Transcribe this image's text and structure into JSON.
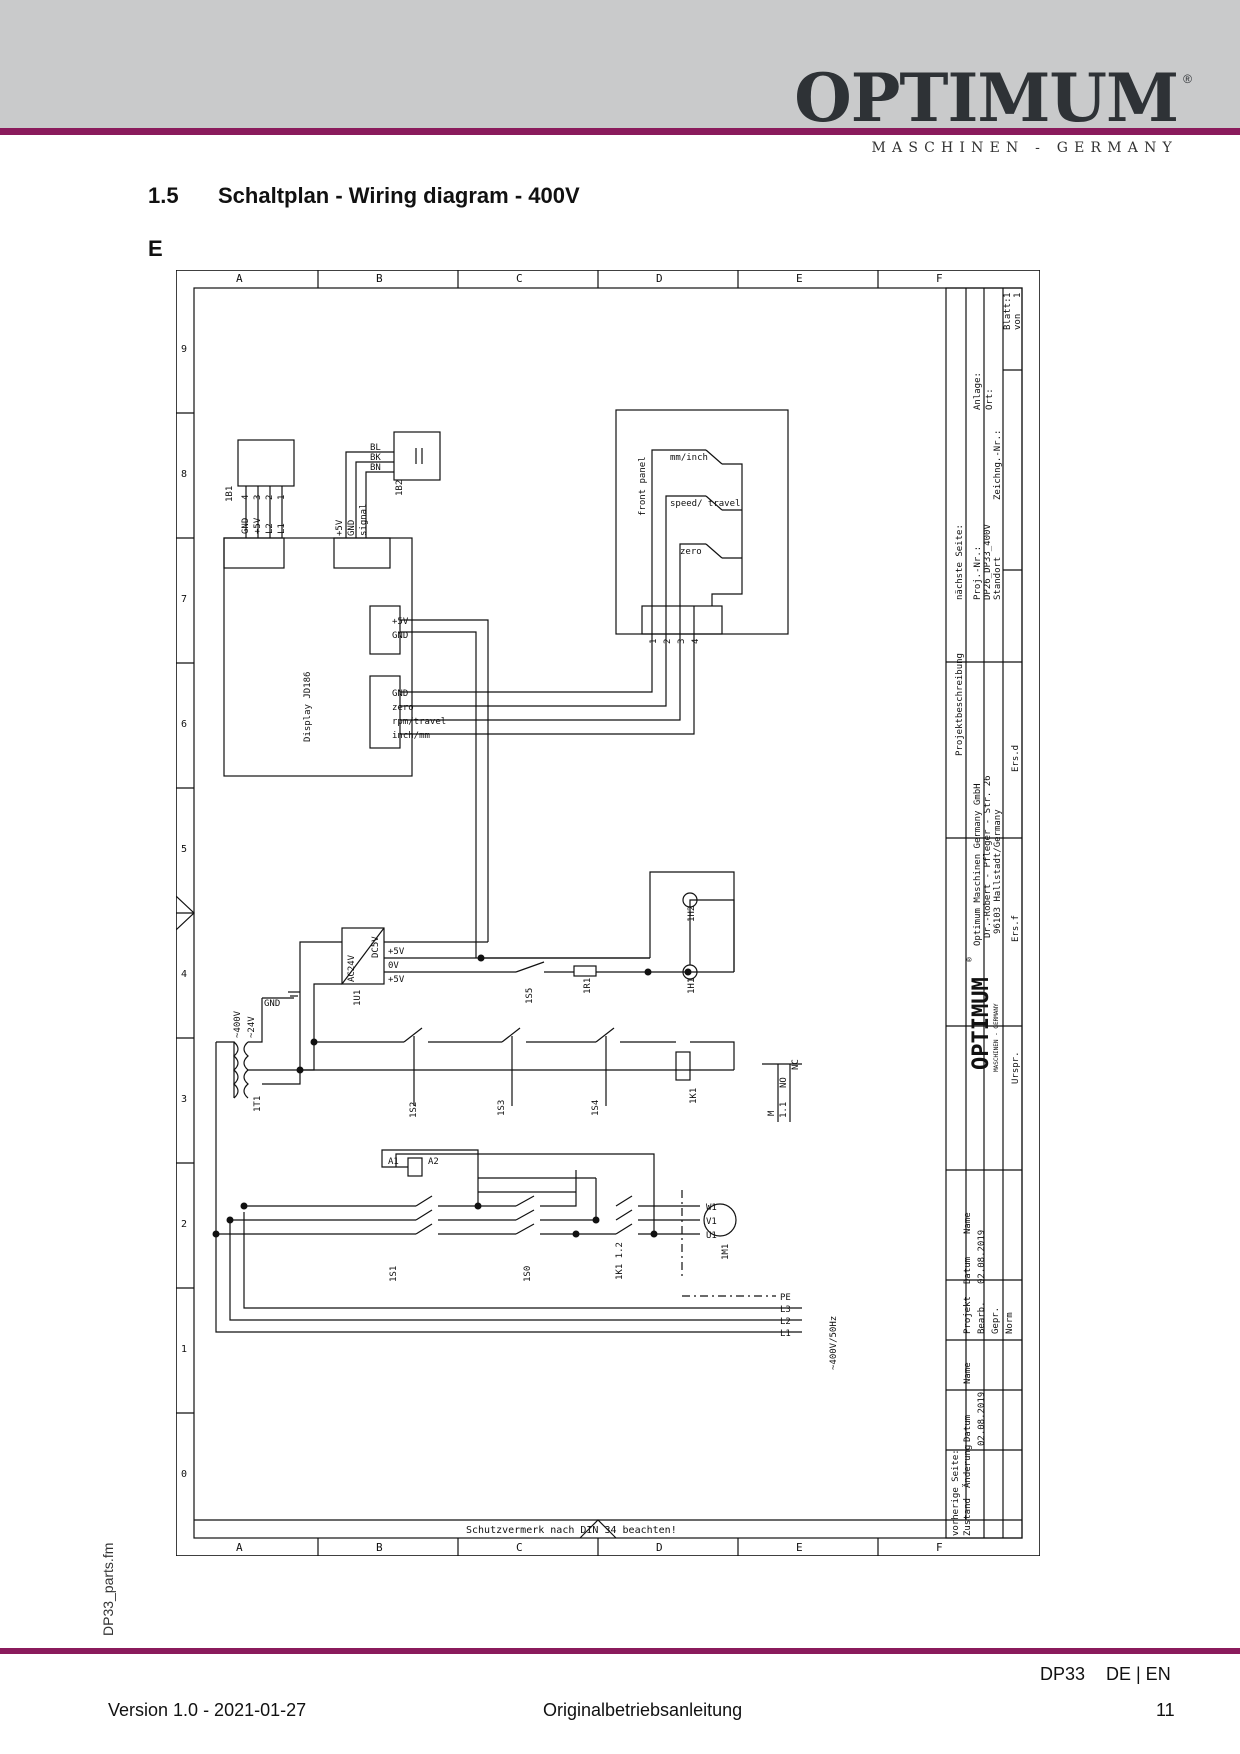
{
  "header": {
    "brand": "OPTIMUM",
    "registered": "®",
    "tagline": "MASCHINEN - GERMANY"
  },
  "section": {
    "number": "1.5",
    "title": "Schaltplan - Wiring diagram - 400V",
    "appendix": "E"
  },
  "diagram": {
    "columns": [
      "A",
      "B",
      "C",
      "D",
      "E",
      "F"
    ],
    "rows": [
      "9",
      "8",
      "7",
      "6",
      "5",
      "4",
      "3",
      "2",
      "1",
      "0"
    ],
    "protection_note": "Schutzvermerk nach DIN 34 beachten!",
    "supply": "~400V/50Hz",
    "lines": [
      "PE",
      "L3",
      "L2",
      "L1"
    ],
    "components": {
      "display": "Display JD186",
      "display_pins_left": [
        "+5V",
        "GND"
      ],
      "display_pins_right": [
        "GND",
        "zero",
        "rpm/travel",
        "inch/mm"
      ],
      "encoder": "1B1",
      "encoder_pins": [
        "GND",
        "+5V",
        "L2",
        "L1"
      ],
      "encoder_numbers": [
        "4",
        "3",
        "2",
        "1"
      ],
      "sensor": "1B2",
      "sensor_pins": [
        "+5V",
        "GND",
        "signal"
      ],
      "sensor_wires": [
        "BL",
        "BK",
        "BN"
      ],
      "front_panel": "front panel",
      "front_panel_switches": [
        "mm/inch",
        "speed/ travel",
        "zero"
      ],
      "front_panel_pins": [
        "1",
        "2",
        "3",
        "4"
      ],
      "psu": "1U1",
      "psu_in": "AC24V",
      "psu_out": "DC5V",
      "psu_outputs": [
        "+5V",
        "0V",
        "+5V"
      ],
      "transformer": "1T1",
      "transformer_primary": "~400V",
      "transformer_secondary": "~24V",
      "gnd": "GND",
      "s5": "1S5",
      "r1": "1R1",
      "h1": "1H1",
      "h2": "1H2",
      "s2": "1S2",
      "s3": "1S3",
      "s4": "1S4",
      "k1": "1K1",
      "contact_header": [
        "M",
        "NO",
        "NC"
      ],
      "contact_value": "1.1",
      "s1": "1S1",
      "s0": "1S0",
      "k1_contacts": "1K1 1.2",
      "motor": "1M1",
      "motor_terminals": [
        "W1",
        "V1",
        "U1"
      ],
      "a1": "A1",
      "a2": "A2"
    },
    "titleblock": {
      "next_page": "nächste Seite:",
      "proj_nr": "Proj.-Nr.:",
      "proj_value": "DP26_DP33_400V",
      "standort": "Standort",
      "anlage": "Anlage:",
      "ort": "Ort:",
      "zeichnung": "Zeichng.-Nr.:",
      "blatt": "Blatt:",
      "blatt_value": "1",
      "von": "von",
      "von_value": "1",
      "description": "Projektbeschreibung",
      "company_lines": [
        "Optimum Maschinen Germany GmbH",
        "Dr.-Robert - Pfleger - Str. 26",
        "96103 Hallstadt/Germany"
      ],
      "ers_d": "Ers.d",
      "ers_f": "Ers.f",
      "urspr": "Urspr.",
      "logo": "OPTIMUM",
      "logo_reg": "®",
      "logo_tagline": "MASCHINEN - GERMANY",
      "prev_page": "vorherige Seite:",
      "zustand": "Zustand",
      "aenderung": "Änderung",
      "datum": "Datum",
      "name": "Name",
      "projekt": "Projekt",
      "bearb": "Bearb.",
      "gepr": "Gepr.",
      "norm": "Norm",
      "date_1": "02.08.2019",
      "date_2": "02.08.2019"
    }
  },
  "side": {
    "filename": "DP33_parts.fm"
  },
  "footer": {
    "model": "DP33",
    "languages": "DE | EN",
    "version": "Version 1.0 - 2021-01-27",
    "document": "Originalbetriebsanleitung",
    "page": "11"
  }
}
